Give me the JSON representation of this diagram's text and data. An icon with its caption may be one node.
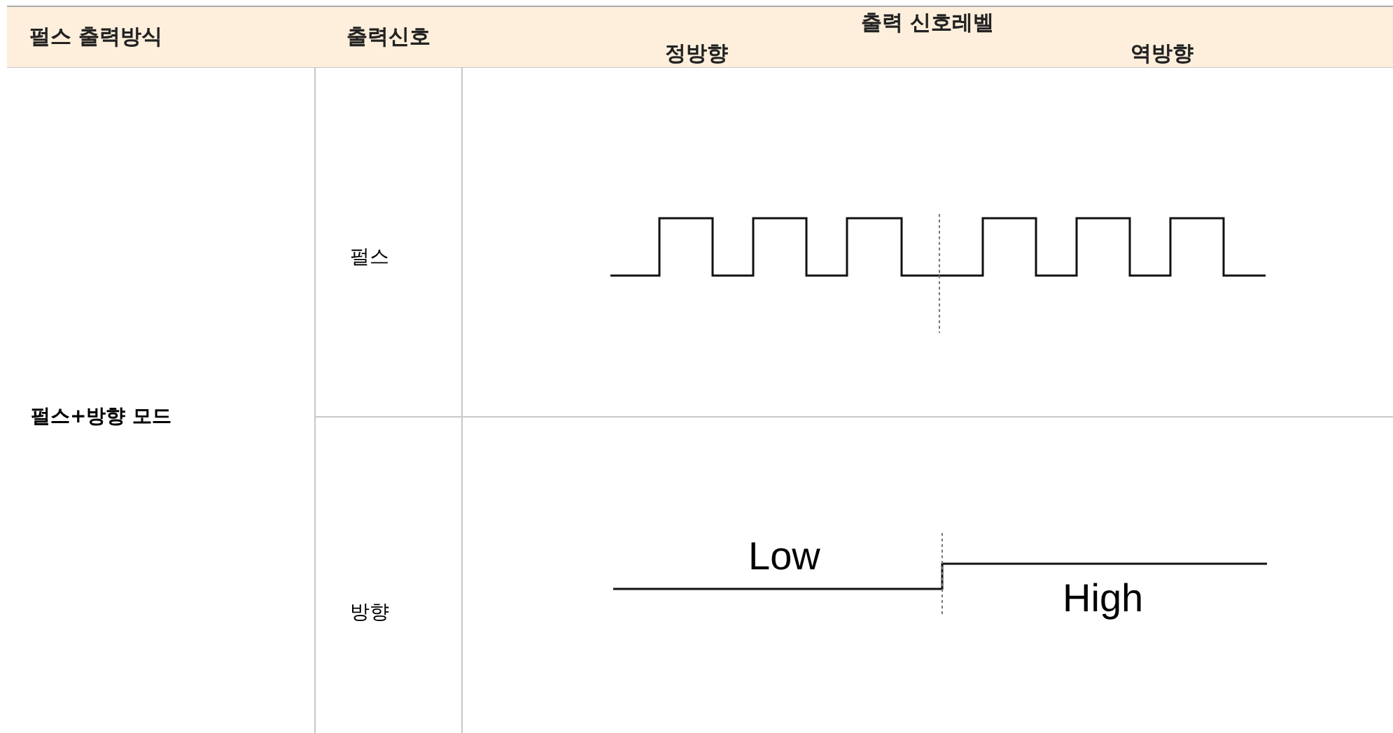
{
  "diagram": {
    "labels": [
      "펄스 출력방식",
      "출력신호",
      "출력 신호레벨",
      "정방향",
      "역방향",
      "펄스+방향 모드",
      "펄스",
      "방향",
      "Low",
      "High"
    ]
  }
}
